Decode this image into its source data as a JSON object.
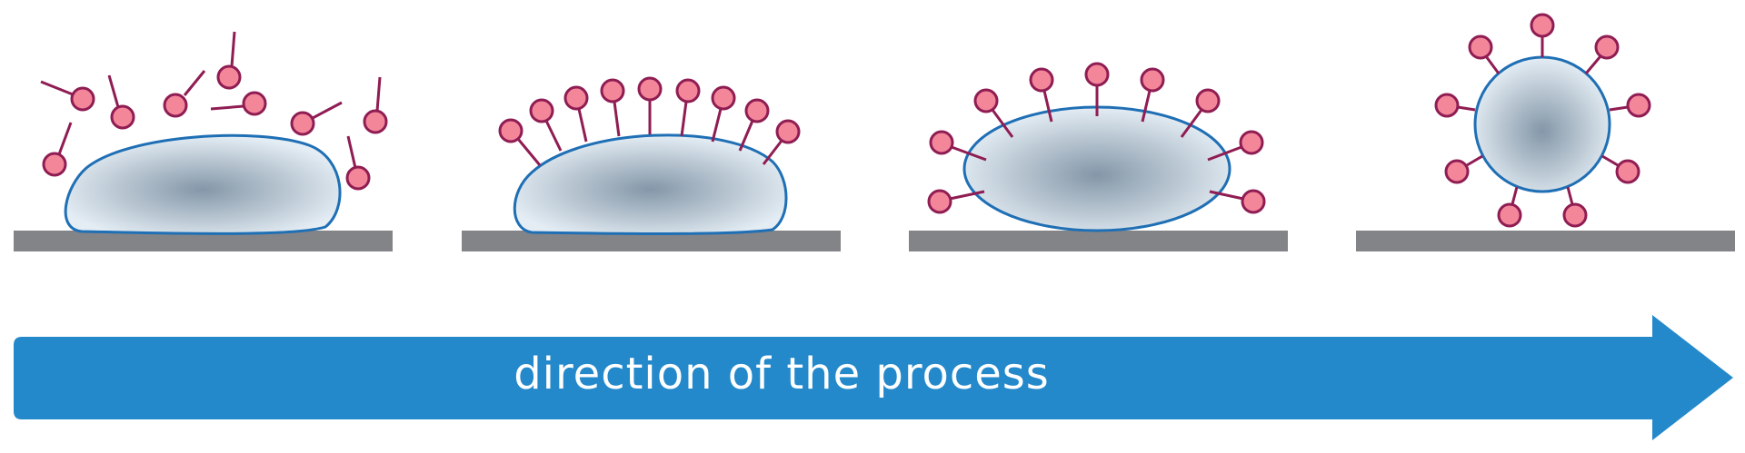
{
  "colors": {
    "substrate": "#838487",
    "droplet_edge": "#1f6fb5",
    "droplet_center": "#8497a8",
    "droplet_rim": "#e4edf4",
    "surfactant_stem": "#8f1d53",
    "surfactant_head": "#f4869a",
    "arrow": "#2489cb",
    "caption_text": "#ffffff"
  },
  "stages": [
    {
      "name": "stage-1",
      "droplet_shape": "flat-spread",
      "surfactant_state": "free-in-solution"
    },
    {
      "name": "stage-2",
      "droplet_shape": "cap",
      "surfactant_state": "adsorbed-at-surface"
    },
    {
      "name": "stage-3",
      "droplet_shape": "ellipse-lifting",
      "surfactant_state": "adsorbed-at-surface"
    },
    {
      "name": "stage-4",
      "droplet_shape": "sphere-detached",
      "surfactant_state": "adsorbed-at-surface"
    }
  ],
  "process_arrow": {
    "label": "direction of the process"
  }
}
